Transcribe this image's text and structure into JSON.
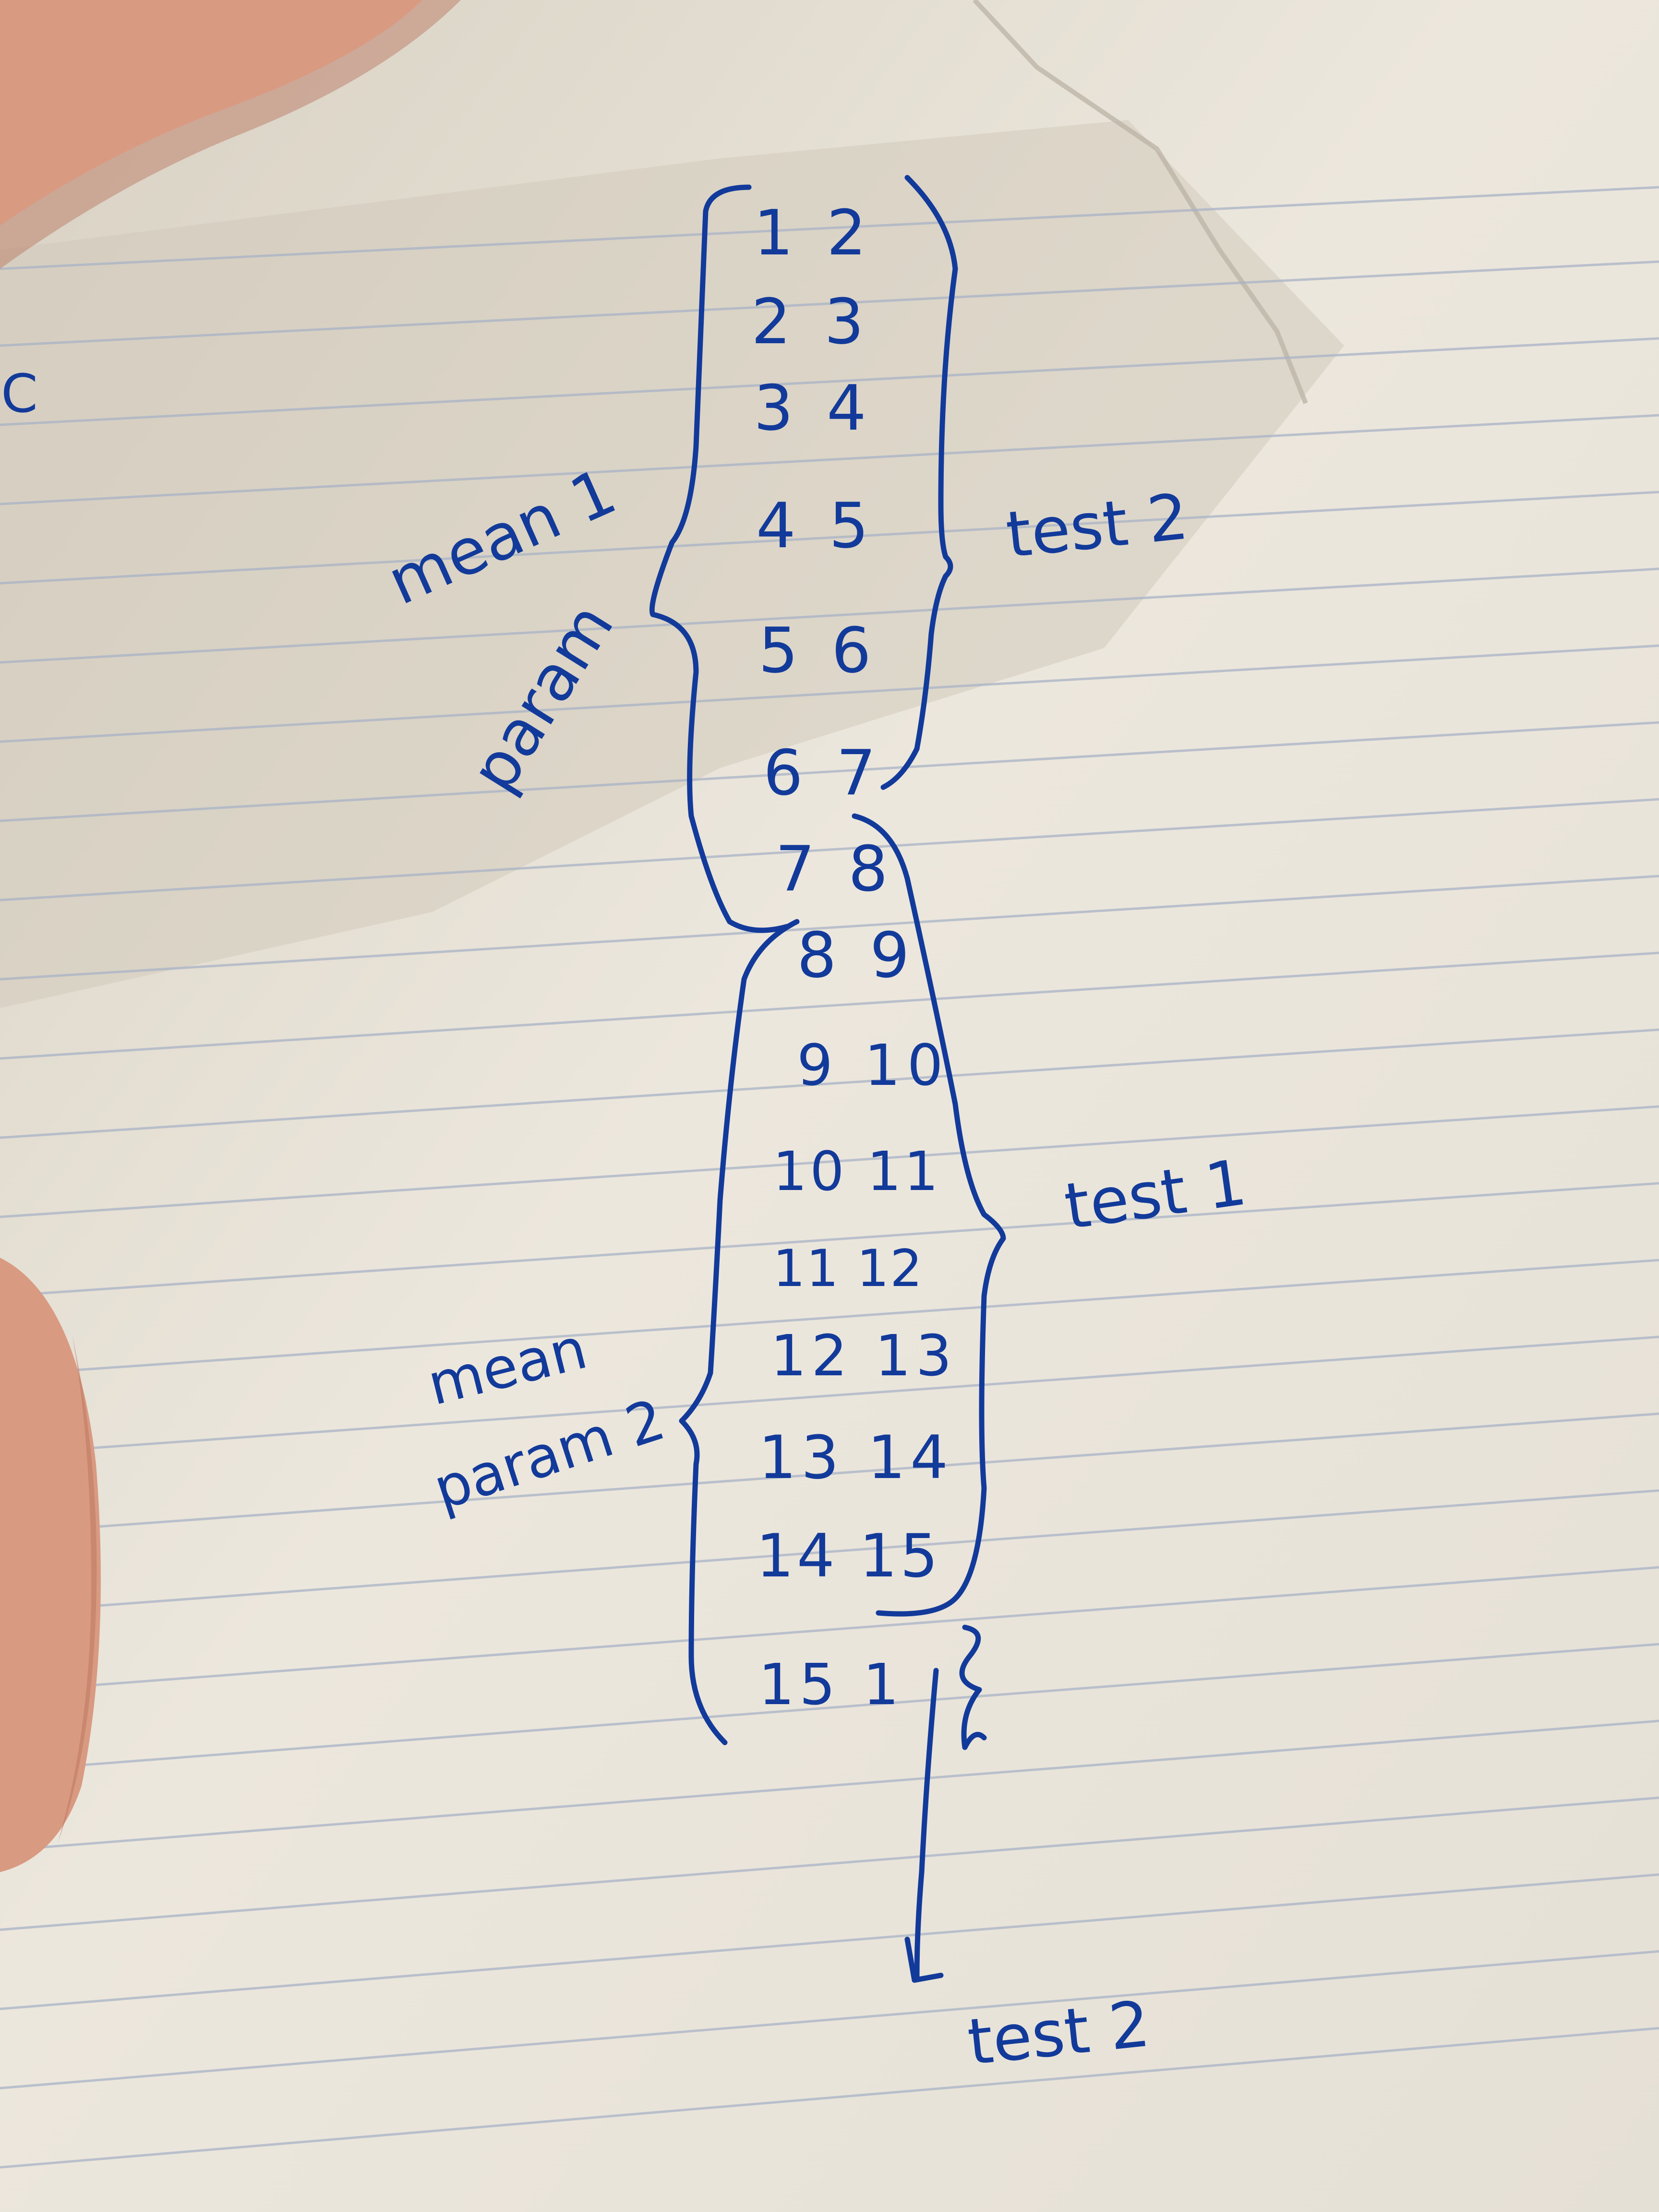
{
  "colors": {
    "paper": "#ece7dd",
    "paper_shadow": "#cfc7b8",
    "rule_line": "#a9b3c6",
    "ink": "#123a9a",
    "skin": "#d99a82",
    "skin_shadow": "#b8715c"
  },
  "notes": {
    "corner_fragment": "C",
    "pairs": [
      "1 2",
      "2 3",
      "3 4",
      "4 5",
      "5 6",
      "6 7",
      "7 8",
      "8 9",
      "9 10",
      "10 11",
      "11 12",
      "12 13",
      "13 14",
      "14 15",
      "15 1"
    ],
    "labels": {
      "mean_param_1_line1": "mean 1",
      "mean_param_1_line2": "param",
      "mean_param_2_line1": "mean",
      "mean_param_2_line2": "param 2",
      "test_2_top": "test 2",
      "test_1": "test 1",
      "test_2_bottom": "test 2"
    }
  }
}
